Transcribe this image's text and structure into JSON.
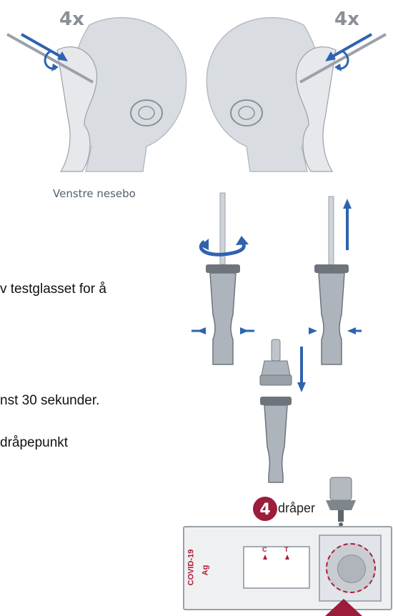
{
  "illustration": {
    "swab_left_count": "4x",
    "swab_right_count": "4x",
    "caption": "Venstre nesebo",
    "drop_count": "4",
    "drop_word": "dråper"
  },
  "instructions": {
    "line1": "v testglasset for å",
    "line2": "nst 30 sekunder.",
    "line3": "dråpepunkt"
  },
  "cassette": {
    "label_top": "COVID-19",
    "label_bottom": "Ag",
    "marker_c": "C",
    "marker_t": "T"
  },
  "colors": {
    "arrow_blue": "#2f63b0",
    "drop_red": "#9c1c3a",
    "head_gray": "#d9dde2",
    "cassette_red": "#b01c35"
  }
}
